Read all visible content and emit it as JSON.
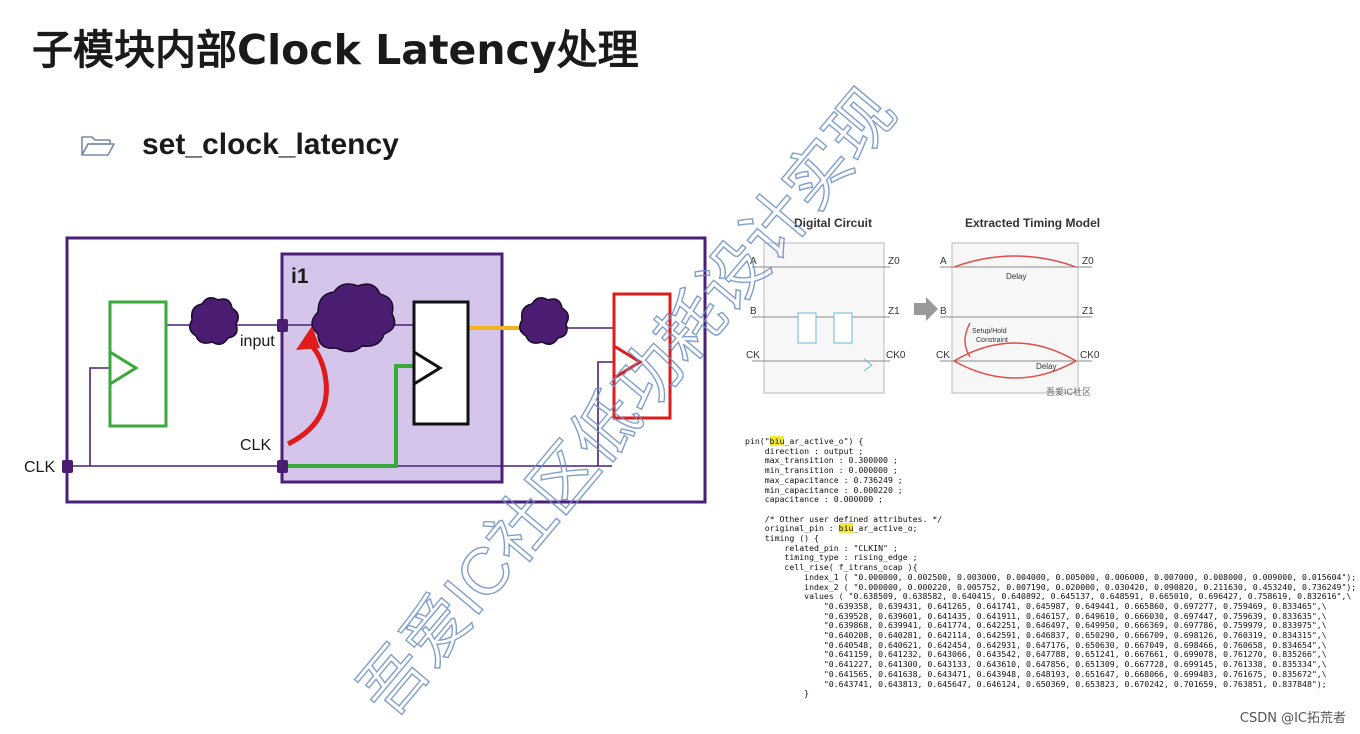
{
  "title": "子模块内部Clock Latency处理",
  "bullet": {
    "icon": "folder-open-icon",
    "text": "set_clock_latency"
  },
  "circuit": {
    "instance_label": "i1",
    "input_label": "input",
    "clk_inner_label": "CLK",
    "clk_outer_label": "CLK",
    "colors": {
      "border": "#4b1f78",
      "submodule_fill": "#d5c5ea",
      "green": "#3aa83a",
      "red": "#e01b1b",
      "orange": "#f2b21e",
      "cloud": "#4a1d73"
    }
  },
  "etm_figure": {
    "left_title": "Digital Circuit",
    "right_title": "Extracted Timing Model",
    "left_pins": [
      "A",
      "B",
      "CK"
    ],
    "right_out_pins": [
      "Z0",
      "Z1",
      "CK0"
    ],
    "etm_left_pins": [
      "A",
      "B",
      "CK"
    ],
    "etm_right_pins": [
      "Z0",
      "Z1",
      "CK0"
    ],
    "delay_top": "Delay",
    "delay_bottom": "Delay",
    "constraint": "Setup/Hold\nConstraint",
    "badge": "吾爱IC社区"
  },
  "code_lines": [
    "pin(\"biu_ar_active_o\") {",
    "    direction : output ;",
    "    max_transition : 0.300000 ;",
    "    min_transition : 0.000000 ;",
    "    max_capacitance : 0.736249 ;",
    "    min_capacitance : 0.000220 ;",
    "    capacitance : 0.000000 ;",
    "",
    "    /* Other user defined attributes. */",
    "    original_pin : biu_ar_active_o;",
    "    timing () {",
    "        related_pin : \"CLKIN\" ;",
    "        timing_type : rising_edge ;",
    "        cell_rise( f_itrans_ocap ){",
    "            index_1 ( \"0.000000, 0.002500, 0.003000, 0.004000, 0.005000, 0.006000, 0.007000, 0.008000, 0.009000, 0.015604\");",
    "            index_2 ( \"0.000000, 0.000220, 0.005752, 0.007190, 0.020000, 0.030420, 0.090820, 0.211630, 0.453240, 0.736249\");",
    "            values ( \"0.638509, 0.638582, 0.640415, 0.640892, 0.645137, 0.648591, 0.665010, 0.696427, 0.758619, 0.832616\",\\",
    "                \"0.639358, 0.639431, 0.641265, 0.641741, 0.645987, 0.649441, 0.665860, 0.697277, 0.759469, 0.833465\",\\",
    "                \"0.639528, 0.639601, 0.641435, 0.641911, 0.646157, 0.649610, 0.666030, 0.697447, 0.759639, 0.833635\",\\",
    "                \"0.639868, 0.639941, 0.641774, 0.642251, 0.646497, 0.649950, 0.666369, 0.697786, 0.759979, 0.833975\",\\",
    "                \"0.640208, 0.640281, 0.642114, 0.642591, 0.646837, 0.650290, 0.666709, 0.698126, 0.760319, 0.834315\",\\",
    "                \"0.640548, 0.640621, 0.642454, 0.642931, 0.647176, 0.650630, 0.667049, 0.698466, 0.760658, 0.834654\",\\",
    "                \"0.641159, 0.641232, 0.643066, 0.643542, 0.647788, 0.651241, 0.667661, 0.699078, 0.761270, 0.835266\",\\",
    "                \"0.641227, 0.641300, 0.643133, 0.643610, 0.647856, 0.651309, 0.667728, 0.699145, 0.761338, 0.835334\",\\",
    "                \"0.641565, 0.641638, 0.643471, 0.643948, 0.648193, 0.651647, 0.668066, 0.699483, 0.761675, 0.835672\",\\",
    "                \"0.643741, 0.643813, 0.645647, 0.646124, 0.650369, 0.653823, 0.670242, 0.701659, 0.763851, 0.837848\");",
    "            }"
  ],
  "watermark": {
    "diagonal": "吾爱IC社区低功耗设计实现",
    "badge": "吾爱IC社区"
  },
  "footer": "CSDN @IC拓荒者"
}
